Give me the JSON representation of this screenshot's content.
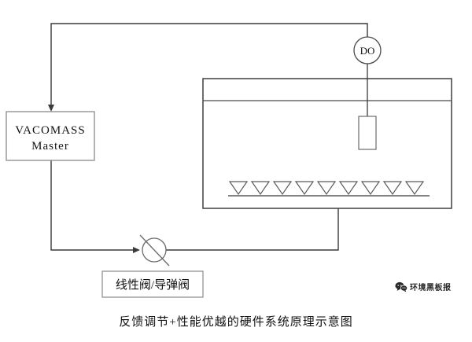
{
  "diagram": {
    "controller": {
      "line1": "VACOMASS",
      "line2": "Master"
    },
    "do_probe": {
      "label": "DO"
    },
    "valve": {
      "label": "线性阀/导弹阀"
    },
    "caption": "反馈调节+性能优越的硬件系统原理示意图",
    "watermark": "环境黑板报",
    "colors": {
      "line": "#3a3a3a",
      "tank_border": "#4a4a4a",
      "box_border": "#8a8a8a",
      "diffuser": "#5a5a5a"
    }
  }
}
